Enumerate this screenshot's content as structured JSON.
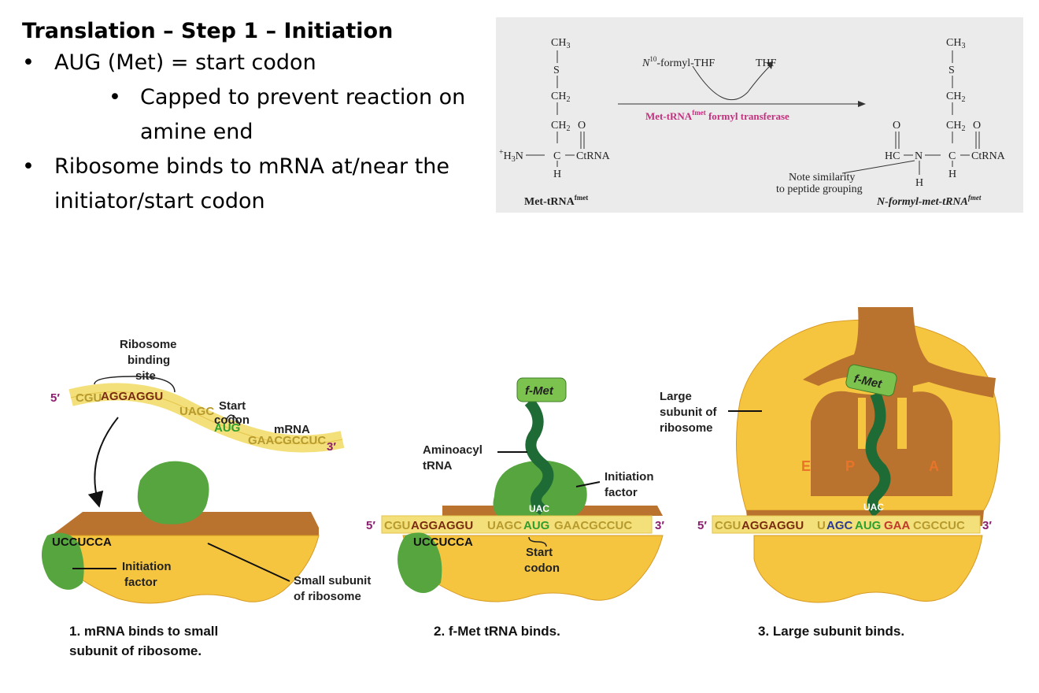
{
  "slide": {
    "title": "Translation – Step 1 – Initiation",
    "bullets": [
      {
        "text": "AUG (Met) = start codon",
        "level": 1
      },
      {
        "text": "Capped to prevent reaction on",
        "text2": "amine end",
        "level": 2
      },
      {
        "text": "Ribosome binds to mRNA at/near the",
        "text2": "initiator/start codon",
        "level": 1
      }
    ],
    "bullet_char": "•"
  },
  "chem": {
    "left_ch3": "CH",
    "sub3": "3",
    "s": "S",
    "ch2": "CH",
    "sub2": "2",
    "o": "O",
    "amine": "H",
    "amine_plus": "+",
    "amine_n": "N",
    "c": "C",
    "ctrna": "CtRNA",
    "h": "H",
    "left_name": "Met-tRNA",
    "left_sup": "fmet",
    "reagent_pre": "N",
    "reagent_sup": "10",
    "reagent": "-formyl-THF",
    "product_small": "THF",
    "enzyme": "Met-tRNA",
    "enzyme_sup": "fmet",
    "enzyme_post": " formyl transferase",
    "hc": "HC",
    "n": "N",
    "note1": "Note similarity",
    "note2": "to peptide grouping",
    "right_name": "N-formyl-met-tRNA",
    "right_sup": "fmet"
  },
  "diagram": {
    "panel1": {
      "rbs_label": [
        "Ribosome",
        "binding",
        "site"
      ],
      "start_label": [
        "Start",
        "codon"
      ],
      "mrna": "mRNA",
      "five": "5′",
      "three": "3′",
      "seq_a": "CGU",
      "seq_b": "AGGAGGU",
      "seq_c": "UAGC",
      "seq_d": "AUG",
      "seq_e": "GAACGCCUC",
      "anti_sd": "UCCUCCA",
      "init_factor": [
        "Initiation",
        "factor"
      ],
      "small_subunit": [
        "Small subunit",
        "of ribosome"
      ],
      "caption": [
        "1. mRNA binds to small",
        "subunit of ribosome."
      ]
    },
    "panel2": {
      "fmet": "f-Met",
      "aminoacyl": [
        "Aminoacyl",
        "tRNA"
      ],
      "init_factor": [
        "Initiation",
        "factor"
      ],
      "uac": "UAC",
      "five": "5′",
      "three": "3′",
      "seq_a": "CGU",
      "seq_b": "AGGAGGU",
      "seq_c": "UAGC",
      "seq_d": "AUG",
      "seq_e": "GAACGCCUC",
      "anti_sd": "UCCUCCA",
      "start_label": [
        "Start",
        "codon"
      ],
      "caption": [
        "2. f-Met tRNA binds."
      ]
    },
    "panel3": {
      "large_subunit": [
        "Large",
        "subunit of",
        "ribosome"
      ],
      "fmet": "f-Met",
      "e": "E",
      "p": "P",
      "a": "A",
      "uac": "UAC",
      "five": "5′",
      "three": "3′",
      "seq_a": "CGU",
      "seq_b": "AGGAGGU",
      "seq_c": "U",
      "seq_d": "AGC",
      "seq_e": "AUG",
      "seq_f": "GAA",
      "seq_g": "CGCCUC",
      "caption": [
        "3. Large subunit binds."
      ]
    }
  },
  "colors": {
    "ribosome_yellow": "#f6c540",
    "ribosome_brown": "#b9732e",
    "factor_green": "#56a53f",
    "trna_green": "#1f6b36",
    "mrna_band": "#f4e07a",
    "sd_orange": "#e08a2f",
    "start_green": "#2e9e2e",
    "enzyme_pink": "#c3307e",
    "site_orange": "#e8742a"
  }
}
